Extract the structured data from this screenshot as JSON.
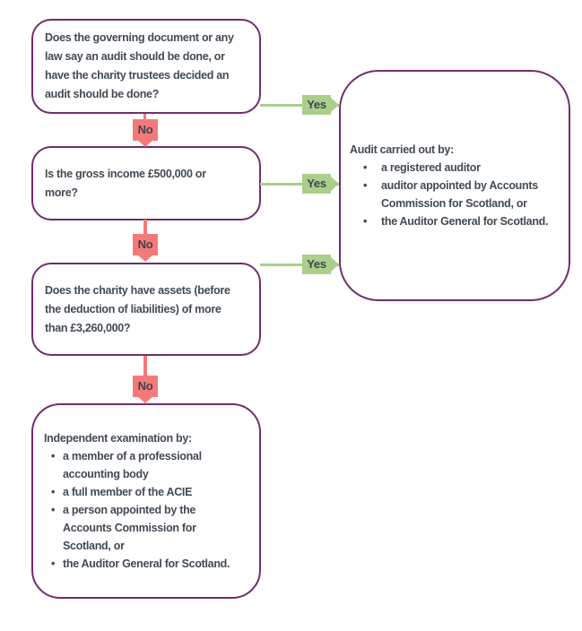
{
  "colors": {
    "box_border_purple": "#702d6d",
    "yes_green": "#a9cf8b",
    "no_red": "#f5797a",
    "text_dark": "#424b54",
    "background": "#ffffff"
  },
  "labels": {
    "yes": "Yes",
    "no": "No",
    "bullet": "•"
  },
  "q1": {
    "lines": [
      "Does the governing document or any",
      "law say an audit should be done, or",
      "have the charity trustees decided an",
      "audit should be done?"
    ]
  },
  "q2": {
    "lines": [
      "Is the gross income £500,000 or",
      "more?"
    ]
  },
  "q3": {
    "lines": [
      "Does the charity have assets (before",
      "the deduction of liabilities) of more",
      "than £3,260,000?"
    ]
  },
  "audit": {
    "title": "Audit carried out by:",
    "bullets": [
      [
        "a registered auditor"
      ],
      [
        "auditor appointed by Accounts",
        "Commission for Scotland, or"
      ],
      [
        "the Auditor General for Scotland."
      ]
    ]
  },
  "independent": {
    "title": "Independent examination by:",
    "bullets": [
      [
        "a member of a professional",
        "accounting body"
      ],
      [
        "a full member of the ACIE"
      ],
      [
        "a person appointed by the",
        "Accounts Commission for",
        "Scotland, or"
      ],
      [
        "the Auditor General for Scotland."
      ]
    ]
  }
}
